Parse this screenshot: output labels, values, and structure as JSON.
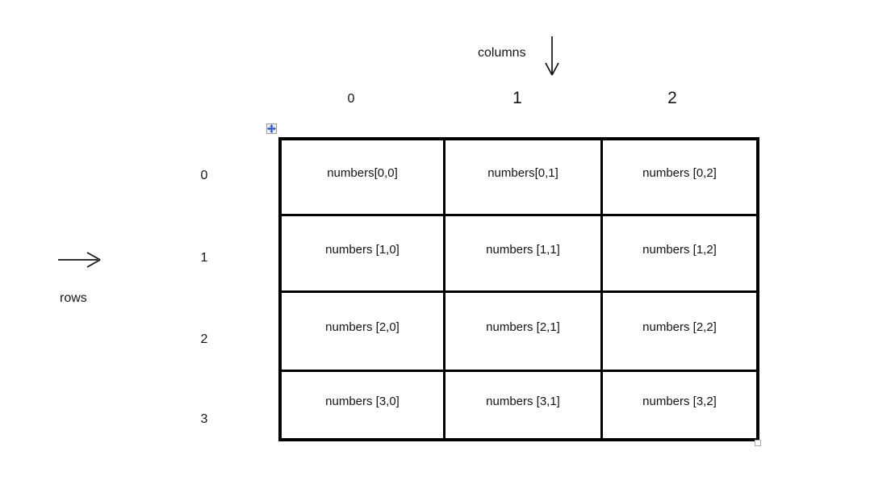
{
  "diagram": {
    "columns_label": "columns",
    "rows_label": "rows",
    "column_headers": [
      "0",
      "1",
      "2"
    ],
    "row_headers": [
      "0",
      "1",
      "2",
      "3"
    ],
    "cells": [
      [
        "numbers[0,0]",
        "numbers[0,1]",
        "numbers [0,2]"
      ],
      [
        "numbers [1,0]",
        "numbers [1,1]",
        "numbers [1,2]"
      ],
      [
        "numbers [2,0]",
        "numbers [2,1]",
        "numbers [2,2]"
      ],
      [
        "numbers [3,0]",
        "numbers [3,1]",
        "numbers [3,2]"
      ]
    ],
    "icons": {
      "columns_arrow": "arrow-down-icon",
      "rows_arrow": "arrow-right-icon",
      "move_handle": "move-table-icon",
      "resize_handle": "resize-handle-icon"
    },
    "colors": {
      "background": "#ffffff",
      "border": "#000000",
      "text": "#141414",
      "move_icon_blue": "#2f55c8"
    }
  }
}
